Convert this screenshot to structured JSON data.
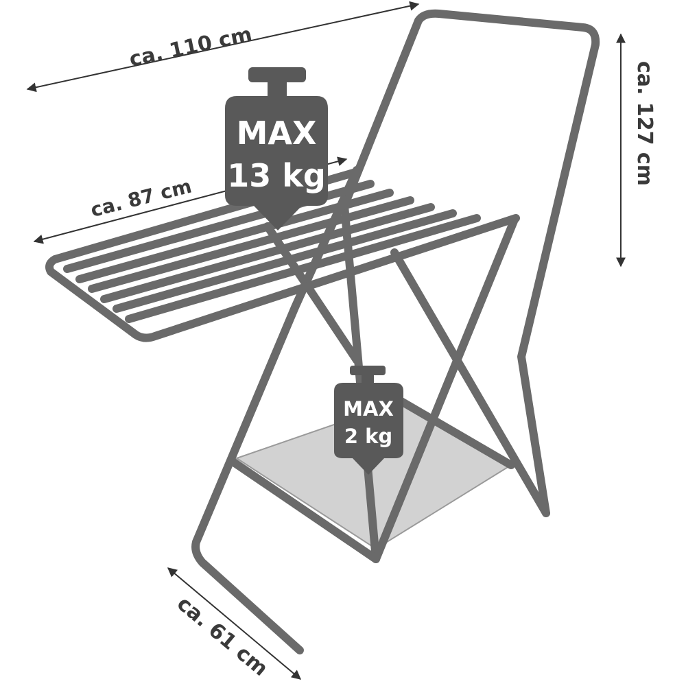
{
  "dimensions": {
    "width_top": "ca. 110 cm",
    "width_wing": "ca. 87 cm",
    "height": "ca. 127 cm",
    "depth": "ca. 61 cm"
  },
  "load_top": {
    "line1": "MAX",
    "line2": "13 kg"
  },
  "load_bottom": {
    "line1": "MAX",
    "line2": "2 kg"
  },
  "colors": {
    "frame": "#6a6a6a",
    "weight_badge": "#595959",
    "shelf": "#d2d2d2",
    "dimension_lines": "#333333"
  }
}
